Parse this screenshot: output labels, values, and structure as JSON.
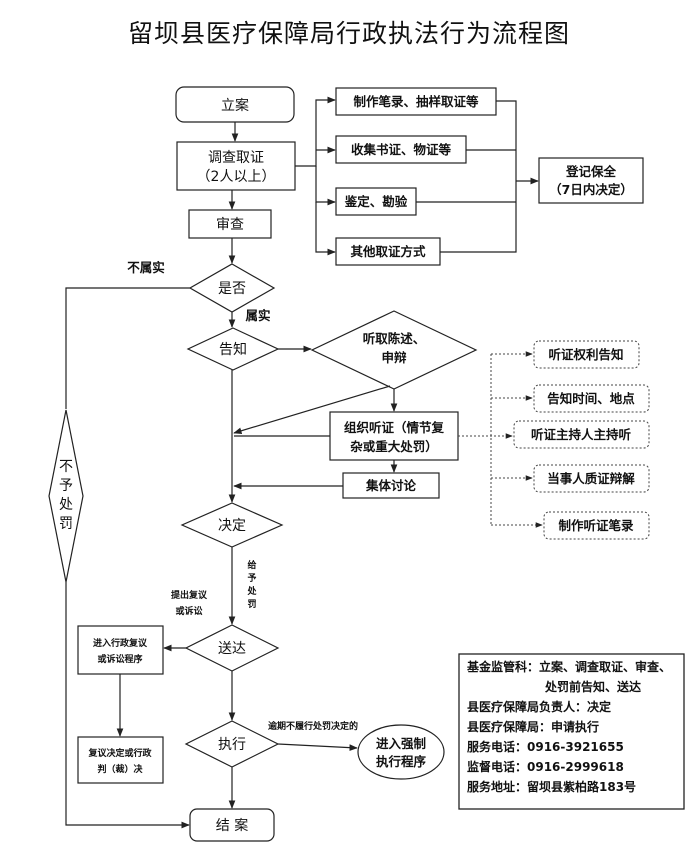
{
  "title": "留坝县医疗保障局行政执法行为流程图",
  "nodes": {
    "lian": "立案",
    "diaocha_1": "调查取证",
    "diaocha_2": "（2人以上）",
    "shencha": "审查",
    "shifou": "是否",
    "gaozhi": "告知",
    "jueding": "决定",
    "songda": "送达",
    "zhixing": "执行",
    "jiean": "结 案",
    "buyu": [
      "不",
      "予",
      "处",
      "罚"
    ],
    "tingqu_1": "听取陈述、",
    "tingqu_2": "申辩",
    "zuzhi_1": "组织听证（情节复",
    "zuzhi_2": "杂或重大处罚）",
    "jiti": "集体讨论",
    "fuyi_1": "进入行政复议",
    "fuyi_2": "或诉讼程序",
    "fuyijd_1": "复议决定或行政",
    "fuyijd_2": "判（裁）决",
    "qiangzhi_1": "进入强制",
    "qiangzhi_2": "执行程序"
  },
  "evidence": {
    "items": [
      "制作笔录、抽样取证等",
      "收集书证、物证等",
      "鉴定、勘验",
      "其他取证方式"
    ],
    "save_1": "登记保全",
    "save_2": "（7日内决定）"
  },
  "hearing": {
    "items": [
      "听证权利告知",
      "告知时间、地点",
      "听证主持人主持听",
      "当事人质证辩解",
      "制作听证笔录"
    ]
  },
  "labels": {
    "bushushi": "不属实",
    "shushi": "属实",
    "geiyu": [
      "给",
      "予",
      "处",
      "罚"
    ],
    "tichu_1": "提出复议",
    "tichu_2": "或诉讼",
    "yuqi": "逾期不履行处罚决定的"
  },
  "info": {
    "line1": "基金监管科：立案、调查取证、审查、",
    "line2": "处罚前告知、送达",
    "line3": "县医疗保障局负责人：决定",
    "line4": "县医疗保障局：申请执行",
    "line5": "服务电话：0916-3921655",
    "line6": "监督电话：0916-2999618",
    "line7": "服务地址：留坝县紫柏路183号"
  }
}
